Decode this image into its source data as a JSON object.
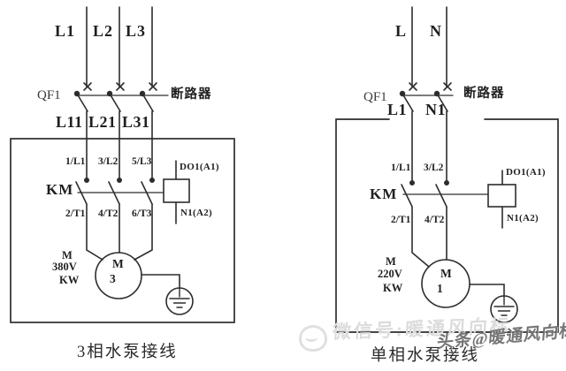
{
  "colors": {
    "line": "#2d2d2d",
    "text": "#1f1f1f",
    "watermark_light": "#dcdcdc",
    "watermark_dark": "#696969"
  },
  "left": {
    "phase_labels": [
      "L1",
      "L2",
      "L3"
    ],
    "breaker_id": "QF1",
    "breaker_name": "断路器",
    "load_side_labels": [
      "L11",
      "L21",
      "L31"
    ],
    "contactor_id": "KM",
    "contact_in_labels": [
      "1/L1",
      "3/L2",
      "5/L3"
    ],
    "contact_out_labels": [
      "2/T1",
      "4/T2",
      "6/T3"
    ],
    "coil_top_terminal": "DO1(A1)",
    "coil_bottom_terminal": "N1(A2)",
    "motor_note_lines": [
      "M",
      "380V",
      "KW"
    ],
    "motor_letter": "M",
    "motor_number": "3",
    "caption": "3相水泵接线"
  },
  "right": {
    "phase_labels": [
      "L",
      "N"
    ],
    "breaker_id": "QF1",
    "breaker_name": "断路器",
    "load_side_labels": [
      "L1",
      "N1"
    ],
    "contactor_id": "KM",
    "contact_in_labels": [
      "1/L1",
      "3/L2"
    ],
    "contact_out_labels": [
      "2/T1",
      "4/T2"
    ],
    "coil_top_terminal": "DO1(A1)",
    "coil_bottom_terminal": "N1(A2)",
    "motor_note_lines": [
      "M",
      "220V",
      "KW"
    ],
    "motor_letter": "M",
    "motor_number": "1",
    "caption": "单相水泵接线"
  },
  "watermarks": {
    "light": "微信号:暖通风向标",
    "dark": "头条@暖通风向标"
  }
}
